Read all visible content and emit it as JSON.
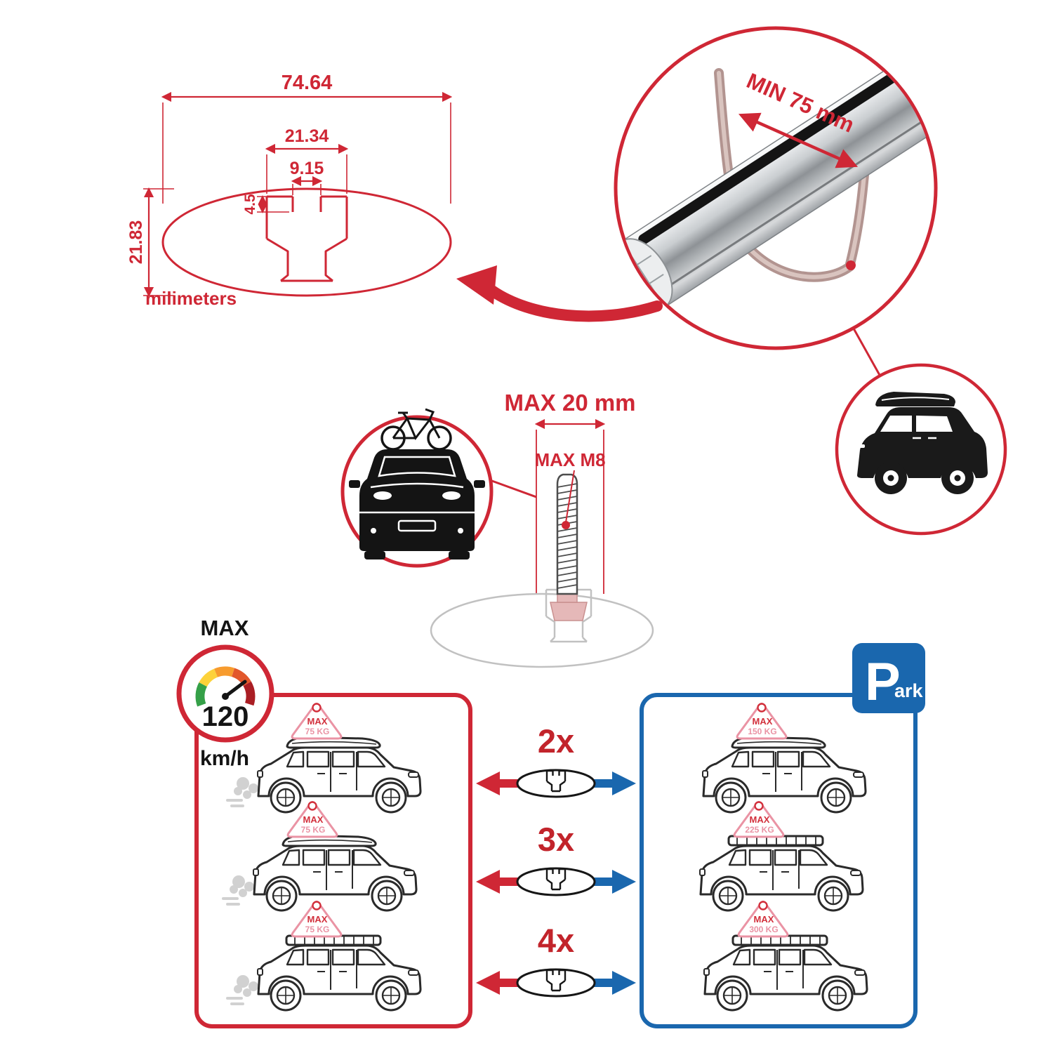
{
  "colors": {
    "red": "#cf2735",
    "blue": "#1a67ae",
    "pink": "#ea93a4",
    "flag_red": "#d2303c",
    "black": "#141414"
  },
  "technical_drawing": {
    "dim_total_width": "74.64",
    "dim_channel_width": "21.34",
    "dim_slot_opening": "9.15",
    "dim_lip_height": "4.5",
    "dim_total_height": "21.83",
    "unit_label": "milimeters"
  },
  "bar_detail": {
    "min_clamp_span": "MIN 75 mm"
  },
  "bolt_detail": {
    "max_width": "MAX 20 mm",
    "max_thread": "MAX M8"
  },
  "speed_limit": {
    "label": "MAX",
    "value": "120",
    "unit": "km/h"
  },
  "park_sign": {
    "letter": "P",
    "suffix": "ark"
  },
  "comparison": {
    "rows": [
      {
        "multiplier": "2x",
        "left_flag": {
          "line1": "MAX",
          "line2": "75 KG"
        },
        "right_flag": {
          "line1": "MAX",
          "line2": "150 KG"
        }
      },
      {
        "multiplier": "3x",
        "left_flag": {
          "line1": "MAX",
          "line2": "75 KG"
        },
        "right_flag": {
          "line1": "MAX",
          "line2": "225 KG"
        }
      },
      {
        "multiplier": "4x",
        "left_flag": {
          "line1": "MAX",
          "line2": "75 KG"
        },
        "right_flag": {
          "line1": "MAX",
          "line2": "300 KG"
        }
      }
    ]
  },
  "icons": {
    "speed_gauge": "speedometer-gauge-icon",
    "parking": "parking-sign-icon",
    "car_front_with_bike": "car-front-bike-icon",
    "suv_with_roofbox": "suv-roofbox-icon",
    "crossbar_profile": "crossbar-profile-icon",
    "crossbar_closeup": "crossbar-magnifier-icon"
  }
}
